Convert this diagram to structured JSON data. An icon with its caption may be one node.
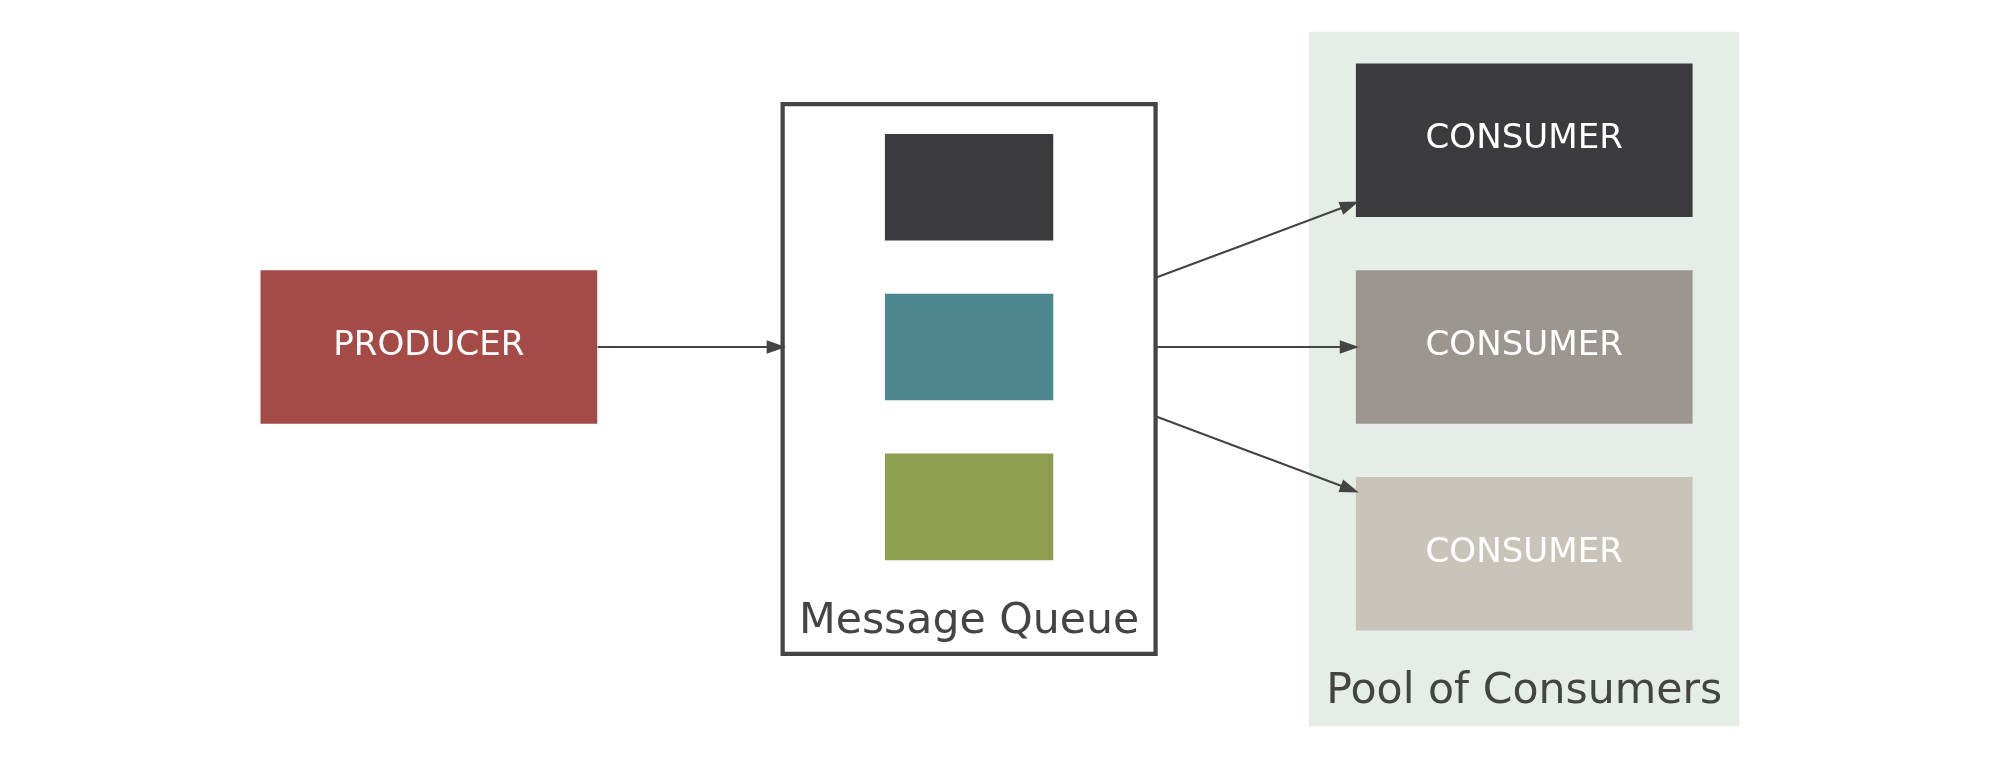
{
  "diagram": {
    "nodes": [
      {
        "text": [
          "PRODUCER"
        ]
      },
      {
        "text": [
          "Message Queue"
        ]
      },
      {
        "text": [],
        "shape": "envelope",
        "in": 1
      },
      {
        "text": [],
        "shape": "envelope",
        "in": 1
      },
      {
        "text": [],
        "shape": "envelope",
        "in": 1
      },
      {
        "text": [
          "Pool of Consumers"
        ]
      },
      {
        "text": [
          "CONSUMER"
        ],
        "in": 5
      },
      {
        "text": [
          "CONSUMER"
        ],
        "in": 5
      },
      {
        "text": [
          "CONSUMER"
        ],
        "in": 5
      }
    ],
    "edges": [
      {
        "from": 0,
        "to": 1,
        "arrow": "to"
      },
      {
        "from": 1,
        "to": 6,
        "arrow": "to"
      },
      {
        "from": 1,
        "to": 7,
        "arrow": "to"
      },
      {
        "from": 1,
        "to": 8,
        "arrow": "to"
      }
    ]
  }
}
